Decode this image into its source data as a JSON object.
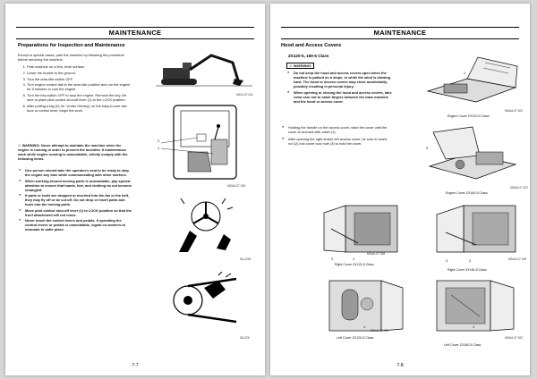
{
  "left": {
    "header": "MAINTENANCE",
    "section_title": "Preparations for Inspection and Maintenance",
    "intro": "Except in special cases, park the machine by following the procedure before servicing the machine.",
    "steps": [
      "Park machine on a firm, level surface.",
      "Lower the bucket to the ground.",
      "Turn the auto-idle switch OFF.",
      "Turn engine control dial to the slow idle position and run the engine for 5 minutes to cool the engine.",
      "Turn the key switch OFF to stop the engine. Remove the key. Be sure to place pilot control shut-off lever (1) to the LOCK position.",
      "After putting a tag (2) for \"Under Serving\" on the easy-to-see cab door or control lever, begin the work."
    ],
    "warning_label": "WARNING:",
    "warning_text": "Never attempt to maintain the machine when the engine is running in order to prevent the accident. If maintenance work while engine running is unavoidable, strictly comply with the following items.",
    "bullets": [
      "One person should take the operator's seat to be ready to stop the engine any time while communicating with other workers.",
      "When working around moving parts is unavoidable, pay special attention to ensure that hands, feet, and clothing do not become entangled.",
      "If parts or tools are dropped or inserted into the fan or the belt, they may fly off or be cut off. Do not drop or insert parts and tools into the moving parts.",
      "Move pilot control shut-off lever (1) to LOCK position so that the front attachment will not move.",
      "Never touch the control levers and pedals. If operating the control levers or pedals is unavoidable, signal co-workers to evacuate to safer place."
    ],
    "fig_codes": [
      "M104-07-011",
      "MDAA-07-026",
      "SA-2294",
      "SA-026"
    ],
    "callouts": [
      "2",
      "1"
    ],
    "page_number": "7-7"
  },
  "right": {
    "header": "MAINTENANCE",
    "section_title": "Hood and Access Covers",
    "class_title": "ZX120-5, 160-5 Class",
    "warning_label": "WARNING:",
    "bullets_bold": [
      "Do not keep the hood and access covers open when the machine is parked on a slope, or while the wind is blowing hard. The hood or access covers may close accidentally, possibly resulting in personal injury.",
      "When opening or closing the hood and access covers, take extra care not to catch fingers between the base machine and the hood or access cover."
    ],
    "bullets": [
      "Holding the handle on the access cover, raise the cover until the cover is secured with catch (1).",
      "After opening the right and/or left access cover, be sure to insert rod (2) into cover lock hole (3) to hold the cover."
    ],
    "captions": [
      "Engine Cover ZX120-5 Class",
      "Engine Cover ZX160-5 Class",
      "Right Cover ZX120-5 Class",
      "Right Cover ZX160-5 Class",
      "Left Cover ZX120-5 Class",
      "Left Cover ZX160-5 Class"
    ],
    "fig_codes": [
      "MDAA-07-001",
      "MDAA-07-027",
      "MDAA-07-028",
      "MDAA-07-029",
      "MDAA-07-064",
      "MDAA-07-067"
    ],
    "callouts": [
      "1",
      "3",
      "2",
      "1",
      "3",
      "2",
      "1",
      "1"
    ],
    "page_number": "7-8"
  }
}
